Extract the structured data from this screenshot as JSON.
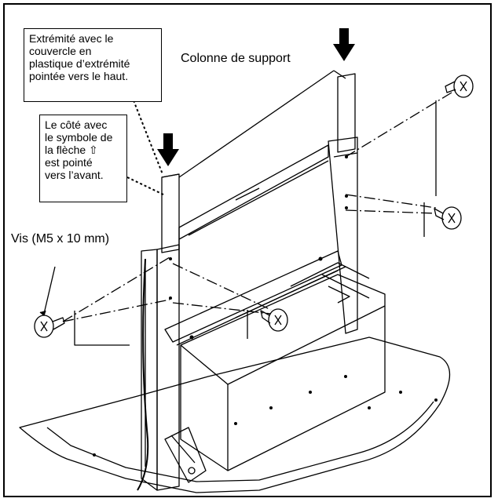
{
  "callouts": {
    "top_cover": {
      "lines": [
        "Extrémité avec le",
        "couvercle en",
        "plastique d’extrémité",
        "pointée vers le haut."
      ]
    },
    "arrow_side": {
      "lines": [
        "Le côté avec",
        "le symbole de",
        "la flèche ⇧",
        "est pointé",
        "vers l’avant."
      ]
    }
  },
  "labels": {
    "support_column": "Colonne de support",
    "screws": "Vis (M5 x 10 mm)"
  },
  "colors": {
    "line": "#000000",
    "background": "#ffffff"
  }
}
